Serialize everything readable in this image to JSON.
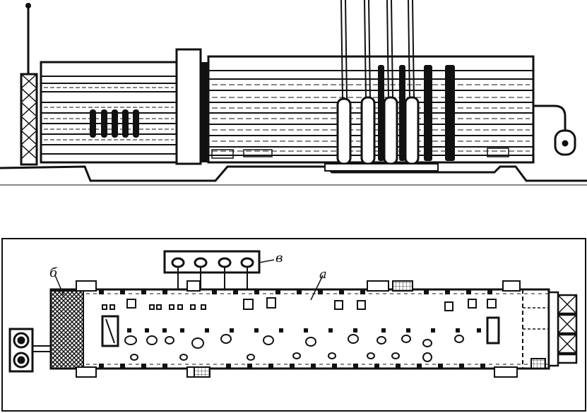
{
  "labels": {
    "a": "а",
    "b": "б",
    "v": "в"
  },
  "colors": {
    "ink": "#111111",
    "paper": "#ffffff"
  }
}
